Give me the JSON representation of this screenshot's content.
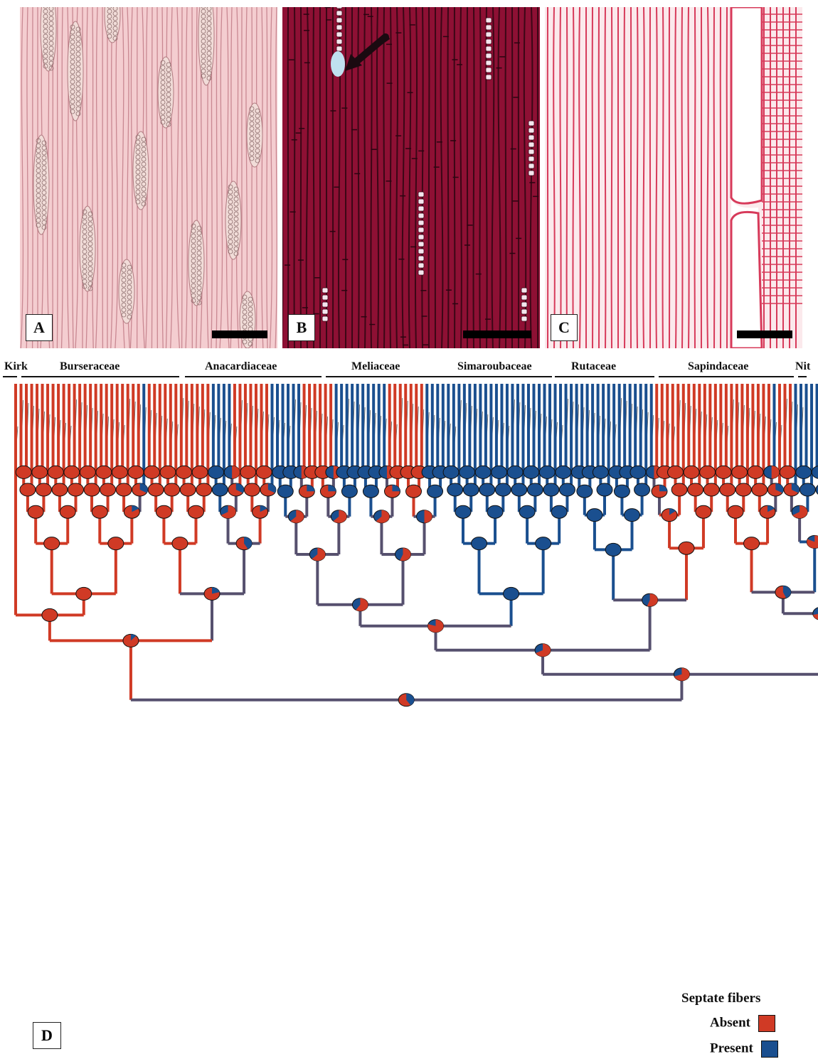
{
  "panels": [
    {
      "label": "A",
      "name": "panel-a-micrograph"
    },
    {
      "label": "B",
      "name": "panel-b-micrograph"
    },
    {
      "label": "C",
      "name": "panel-c-micrograph"
    },
    {
      "label": "D",
      "name": "panel-d-tree"
    }
  ],
  "families": [
    "Kirk",
    "Burseraceae",
    "Anacardiaceae",
    "Meliaceae",
    "Simaroubaceae",
    "Rutaceae",
    "Sapindaceae",
    "Nit"
  ],
  "legend": {
    "title": "Septate fibers",
    "absent_label": "Absent",
    "present_label": "Present",
    "absent_color": "#d03a25",
    "present_color": "#1a4f8f",
    "mixed_branch_color": "#56506e"
  },
  "tip_states": {
    "order": "left-to-right",
    "runs": [
      {
        "state": "absent",
        "count": 24
      },
      {
        "state": "present",
        "count": 1
      },
      {
        "state": "absent",
        "count": 12
      },
      {
        "state": "present",
        "count": 4
      },
      {
        "state": "absent",
        "count": 7
      },
      {
        "state": "present",
        "count": 6
      },
      {
        "state": "absent",
        "count": 6
      },
      {
        "state": "present",
        "count": 10
      },
      {
        "state": "absent",
        "count": 7
      },
      {
        "state": "present",
        "count": 43
      },
      {
        "state": "absent",
        "count": 22
      },
      {
        "state": "present",
        "count": 1
      },
      {
        "state": "absent",
        "count": 3
      },
      {
        "state": "present",
        "count": 2
      }
    ]
  }
}
